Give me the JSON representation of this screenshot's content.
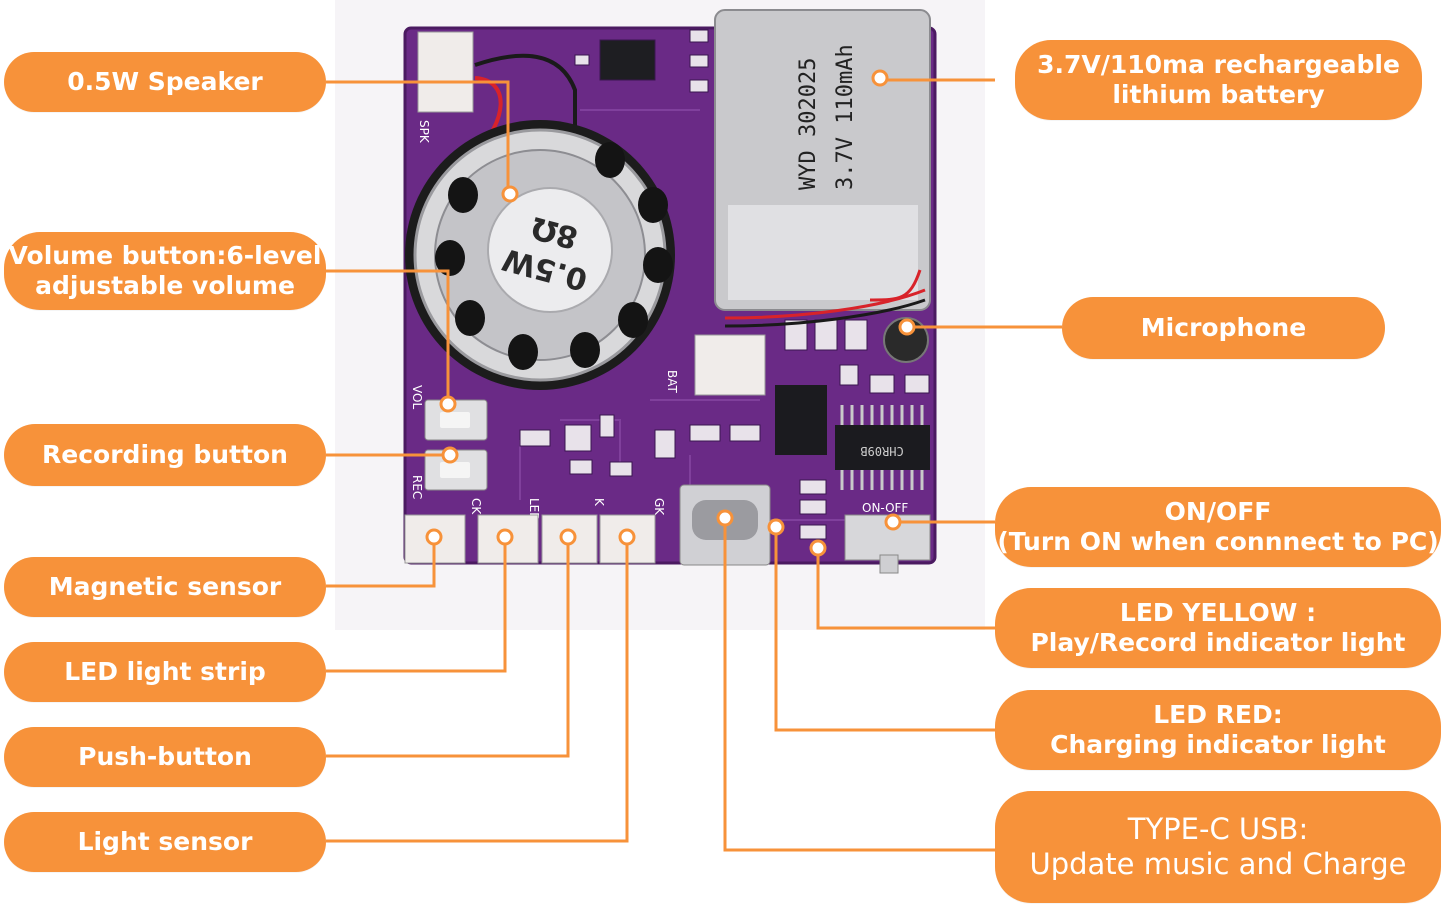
{
  "colors": {
    "accent": "#f7923a",
    "board": "#6a2a86",
    "label_text": "#ffffff"
  },
  "board": {
    "silkscreen": {
      "spk": "SPK",
      "vol": "VOL",
      "rec": "REC",
      "bat": "BAT",
      "on_off": "ON-OFF",
      "gk": "GK",
      "ck": "CK",
      "led": "LED",
      "k": "K"
    },
    "speaker_marking_1": "0.5W",
    "speaker_marking_2": "8Ω",
    "battery_marking_1": "WYD  302025",
    "battery_marking_2": "3.7V  110mAh",
    "chip_marking": "CHR09B"
  },
  "labels": {
    "speaker": [
      "0.5W Speaker"
    ],
    "volume": [
      "Volume button:6-level",
      "adjustable volume"
    ],
    "recording": [
      "Recording button"
    ],
    "magnetic": [
      "Magnetic sensor"
    ],
    "led_strip": [
      "LED light strip"
    ],
    "push": [
      "Push-button"
    ],
    "light_sensor": [
      "Light sensor"
    ],
    "battery": [
      "3.7V/110ma rechargeable",
      "lithium battery"
    ],
    "microphone": [
      "Microphone"
    ],
    "on_off": [
      "ON/OFF",
      "(Turn ON when connnect to PC)"
    ],
    "led_yellow": [
      "LED YELLOW :",
      "Play/Record indicator light"
    ],
    "led_red": [
      "LED RED:",
      "Charging indicator light"
    ],
    "type_c": [
      "TYPE-C USB:",
      "Update music and Charge"
    ]
  }
}
